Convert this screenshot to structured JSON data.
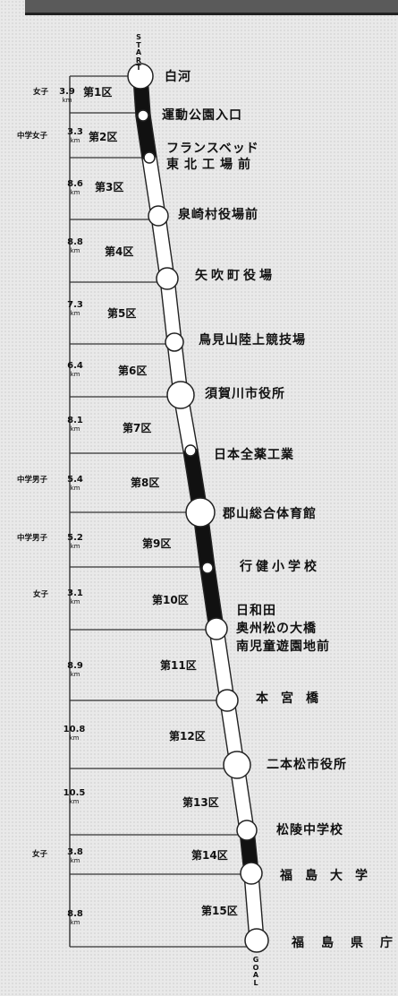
{
  "start_label": "START",
  "goal_label": "GOAL",
  "stops": [
    {
      "name": "白河",
      "name2": ""
    },
    {
      "name": "運動公園入口",
      "name2": ""
    },
    {
      "name": "フランスベッド",
      "name2": "東北工場前"
    },
    {
      "name": "泉崎村役場前",
      "name2": ""
    },
    {
      "name": "矢吹町役場",
      "name2": ""
    },
    {
      "name": "鳥見山陸上競技場",
      "name2": ""
    },
    {
      "name": "須賀川市役所",
      "name2": ""
    },
    {
      "name": "日本全薬工業",
      "name2": ""
    },
    {
      "name": "郡山総合体育館",
      "name2": ""
    },
    {
      "name": "行健小学校",
      "name2": ""
    },
    {
      "name": "日和田",
      "name2": "奥州松の大橋",
      "name3": "南児童遊園地前"
    },
    {
      "name": "本宮橋",
      "name2": ""
    },
    {
      "name": "二本松市役所",
      "name2": ""
    },
    {
      "name": "松陵中学校",
      "name2": ""
    },
    {
      "name": "福島大学",
      "name2": ""
    },
    {
      "name": "福島県庁",
      "name2": ""
    }
  ],
  "sections": [
    {
      "label": "第1区",
      "dist": "3.9",
      "unit": "km",
      "category": "女子"
    },
    {
      "label": "第2区",
      "dist": "3.3",
      "unit": "km",
      "category": "中学女子"
    },
    {
      "label": "第3区",
      "dist": "8.6",
      "unit": "km",
      "category": ""
    },
    {
      "label": "第4区",
      "dist": "8.8",
      "unit": "km",
      "category": ""
    },
    {
      "label": "第5区",
      "dist": "7.3",
      "unit": "km",
      "category": ""
    },
    {
      "label": "第6区",
      "dist": "6.4",
      "unit": "km",
      "category": ""
    },
    {
      "label": "第7区",
      "dist": "8.1",
      "unit": "km",
      "category": ""
    },
    {
      "label": "第8区",
      "dist": "5.4",
      "unit": "km",
      "category": "中学男子"
    },
    {
      "label": "第9区",
      "dist": "5.2",
      "unit": "km",
      "category": "中学男子"
    },
    {
      "label": "第10区",
      "dist": "3.1",
      "unit": "km",
      "category": "女子"
    },
    {
      "label": "第11区",
      "dist": "8.9",
      "unit": "km",
      "category": ""
    },
    {
      "label": "第12区",
      "dist": "10.8",
      "unit": "km",
      "category": ""
    },
    {
      "label": "第13区",
      "dist": "10.5",
      "unit": "km",
      "category": ""
    },
    {
      "label": "第14区",
      "dist": "3.8",
      "unit": "km",
      "category": "女子"
    },
    {
      "label": "第15区",
      "dist": "8.8",
      "unit": "km",
      "category": ""
    }
  ],
  "colors": {
    "women_section": "#111111",
    "route": "#ffffff",
    "background": "#e9e9e9"
  }
}
